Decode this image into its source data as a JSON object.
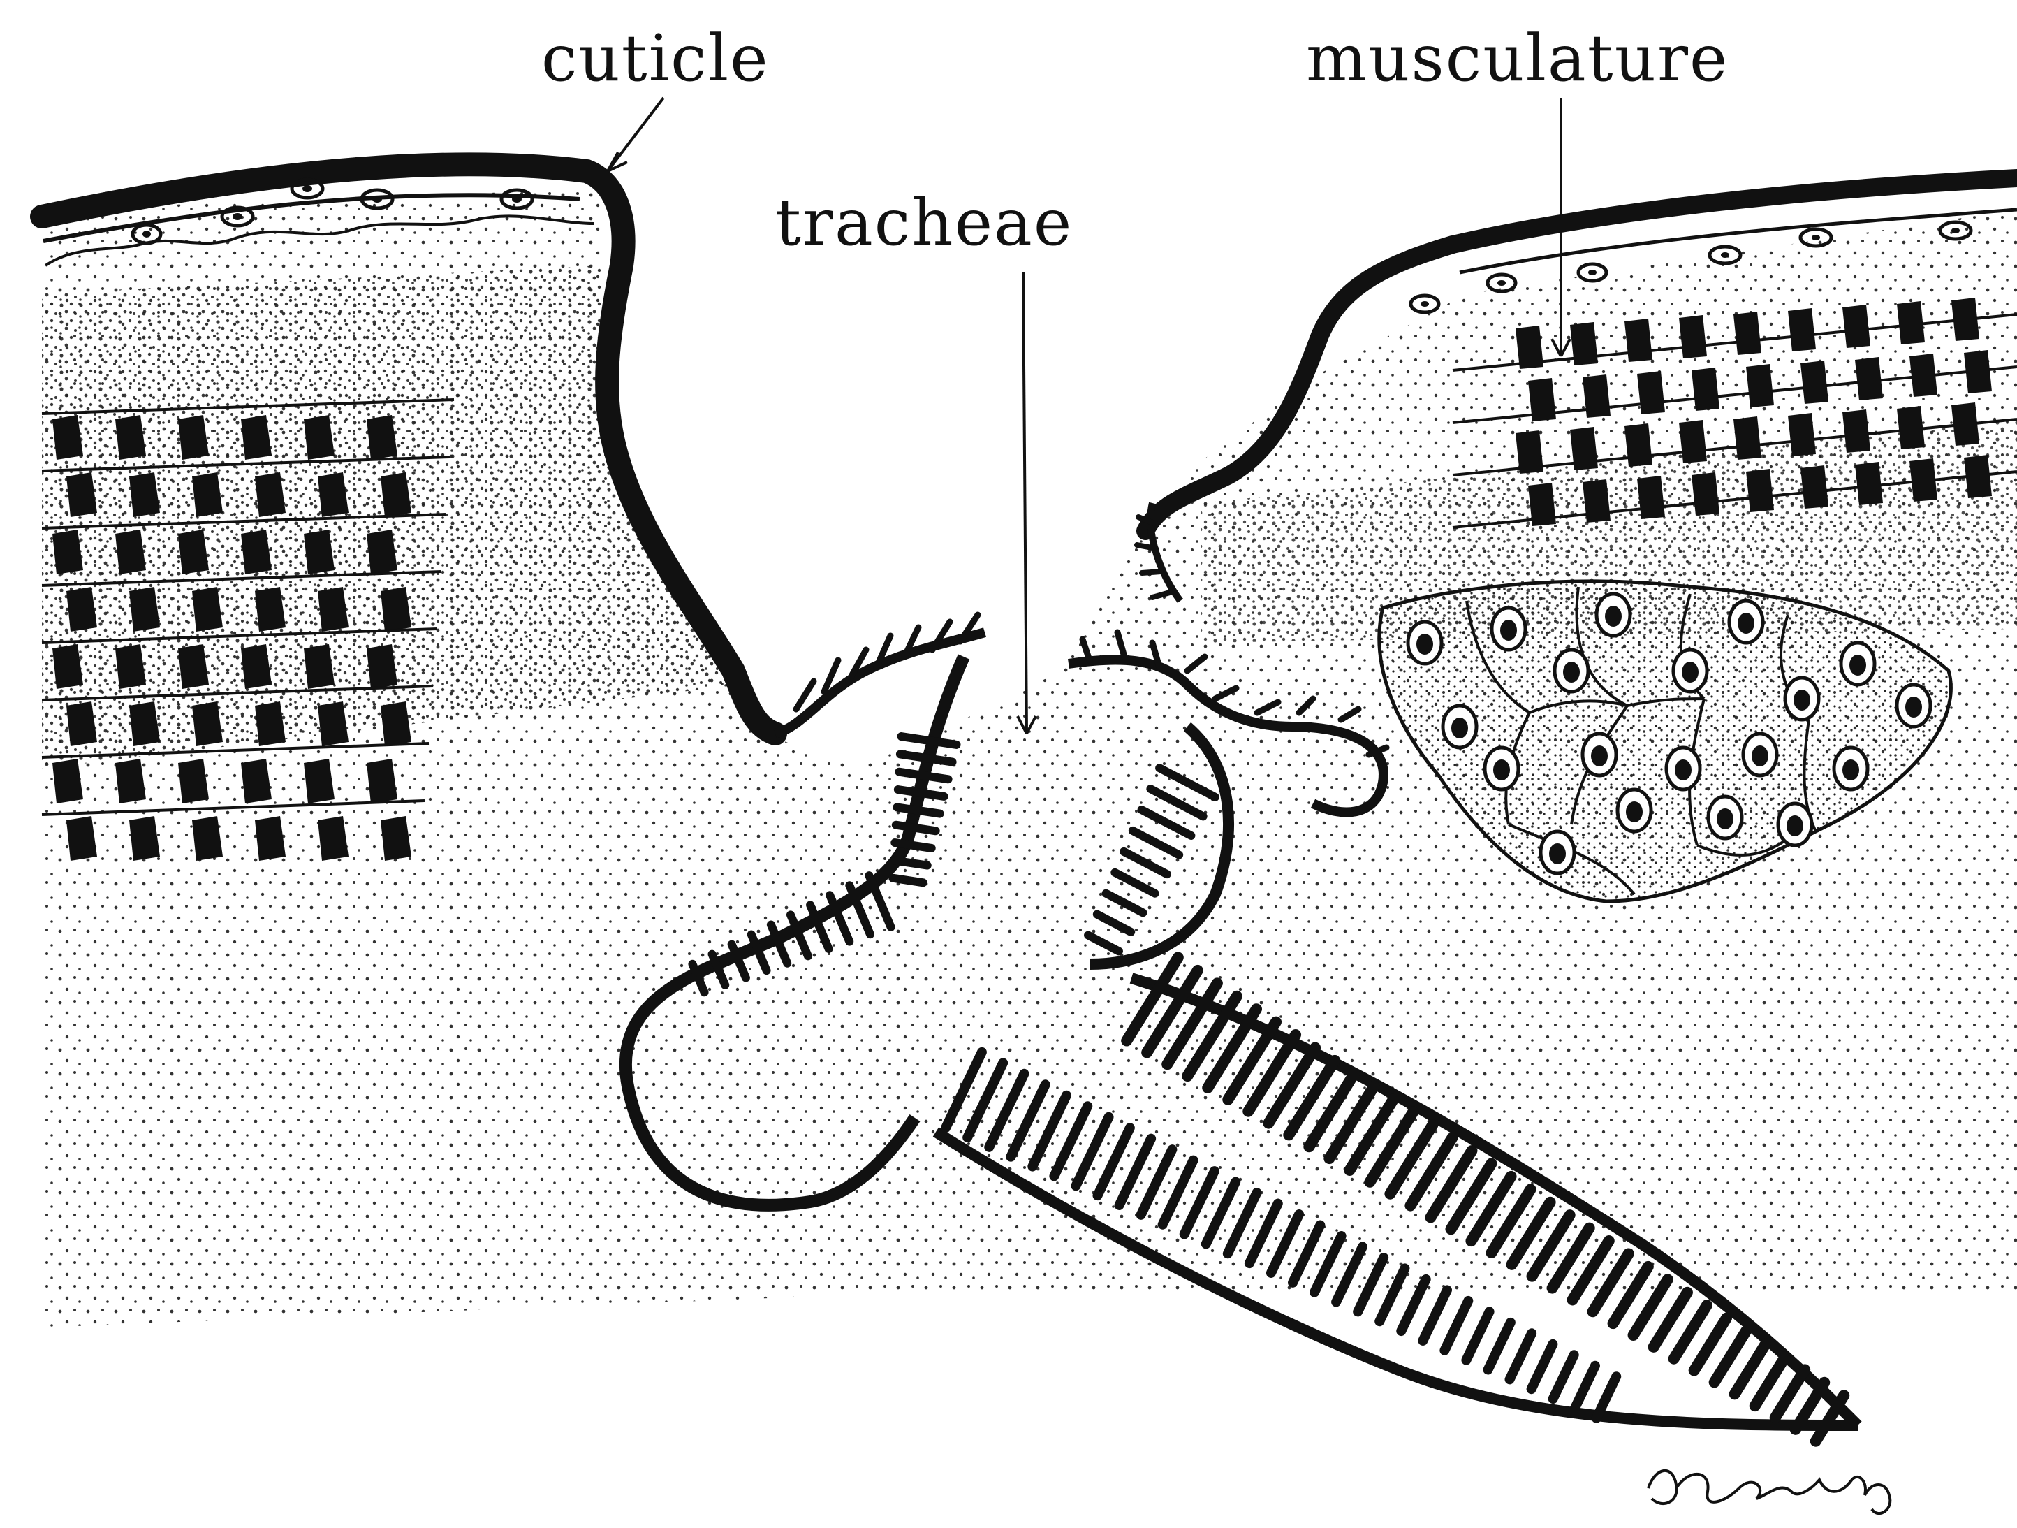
{
  "labels": {
    "cuticle": "cuticle",
    "musculature": "musculature",
    "tracheae": "tracheae"
  },
  "colors": {
    "ink": "#111111",
    "paper": "#ffffff"
  }
}
